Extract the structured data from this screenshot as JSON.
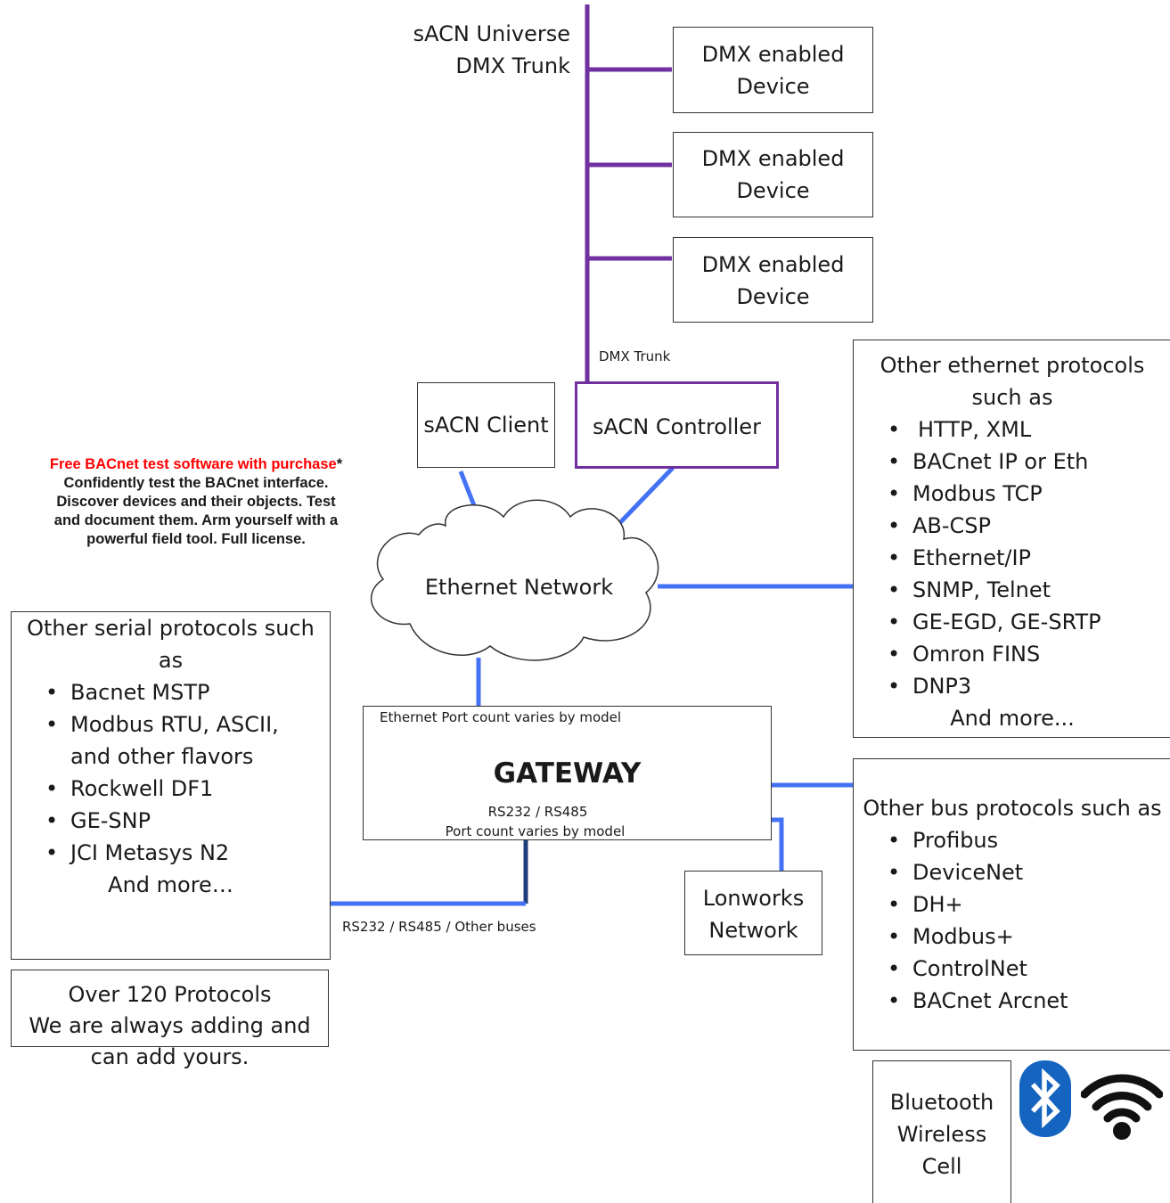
{
  "trunk": {
    "universe_label": "sACN Universe",
    "trunk_label": "DMX Trunk",
    "bottom_label": "DMX Trunk"
  },
  "devices": [
    {
      "line1": "DMX enabled",
      "line2": "Device"
    },
    {
      "line1": "DMX enabled",
      "line2": "Device"
    },
    {
      "line1": "DMX enabled",
      "line2": "Device"
    }
  ],
  "sacn_client": "sACN Client",
  "sacn_controller": "sACN Controller",
  "ethernet_network": "Ethernet Network",
  "promo": {
    "highlight": "Free BACnet test software with purchase",
    "asterisk": "*",
    "lines": [
      "Confidently test the BACnet interface.",
      "Discover devices and their objects. Test",
      "and document them. Arm yourself with a",
      "powerful field tool. Full license."
    ]
  },
  "ethernet_protocols": {
    "title1": "Other ethernet protocols",
    "title2": "such as",
    "items": [
      "HTTP, XML",
      "BACnet IP or Eth",
      "Modbus TCP",
      "AB-CSP",
      "Ethernet/IP",
      "SNMP, Telnet",
      "GE-EGD, GE-SRTP",
      "Omron FINS",
      "DNP3"
    ],
    "more": "And more..."
  },
  "serial_protocols": {
    "title1": "Other serial protocols such",
    "title2": "as",
    "items": [
      "Bacnet MSTP",
      "Modbus RTU, ASCII,",
      "and other flavors",
      "Rockwell DF1",
      "GE-SNP",
      "JCI Metasys N2"
    ],
    "more": "And more…"
  },
  "gateway": {
    "title": "GATEWAY",
    "ethernet_note": "Ethernet Port count varies by model",
    "serial_note1": "RS232 / RS485",
    "serial_note2": "Port count varies by model"
  },
  "serial_bus_label": "RS232 / RS485 / Other buses",
  "bus_protocols": {
    "title": "Other bus protocols such as",
    "items": [
      "Profibus",
      "DeviceNet",
      "DH+",
      "Modbus+",
      "ControlNet",
      "BACnet Arcnet"
    ]
  },
  "lonworks": {
    "line1": "Lonworks",
    "line2": "Network"
  },
  "protocols_count": {
    "line1": "Over 120 Protocols",
    "line2": "We are always adding and",
    "line3": "can add yours."
  },
  "wireless": {
    "line1": "Bluetooth",
    "line2": "Wireless",
    "line3": "Cell"
  },
  "colors": {
    "trunk": "#7030a0",
    "network": "#4472f5",
    "serial": "#1f3d7a",
    "promo_red": "#ff0000",
    "bluetooth": "#1565c0"
  }
}
